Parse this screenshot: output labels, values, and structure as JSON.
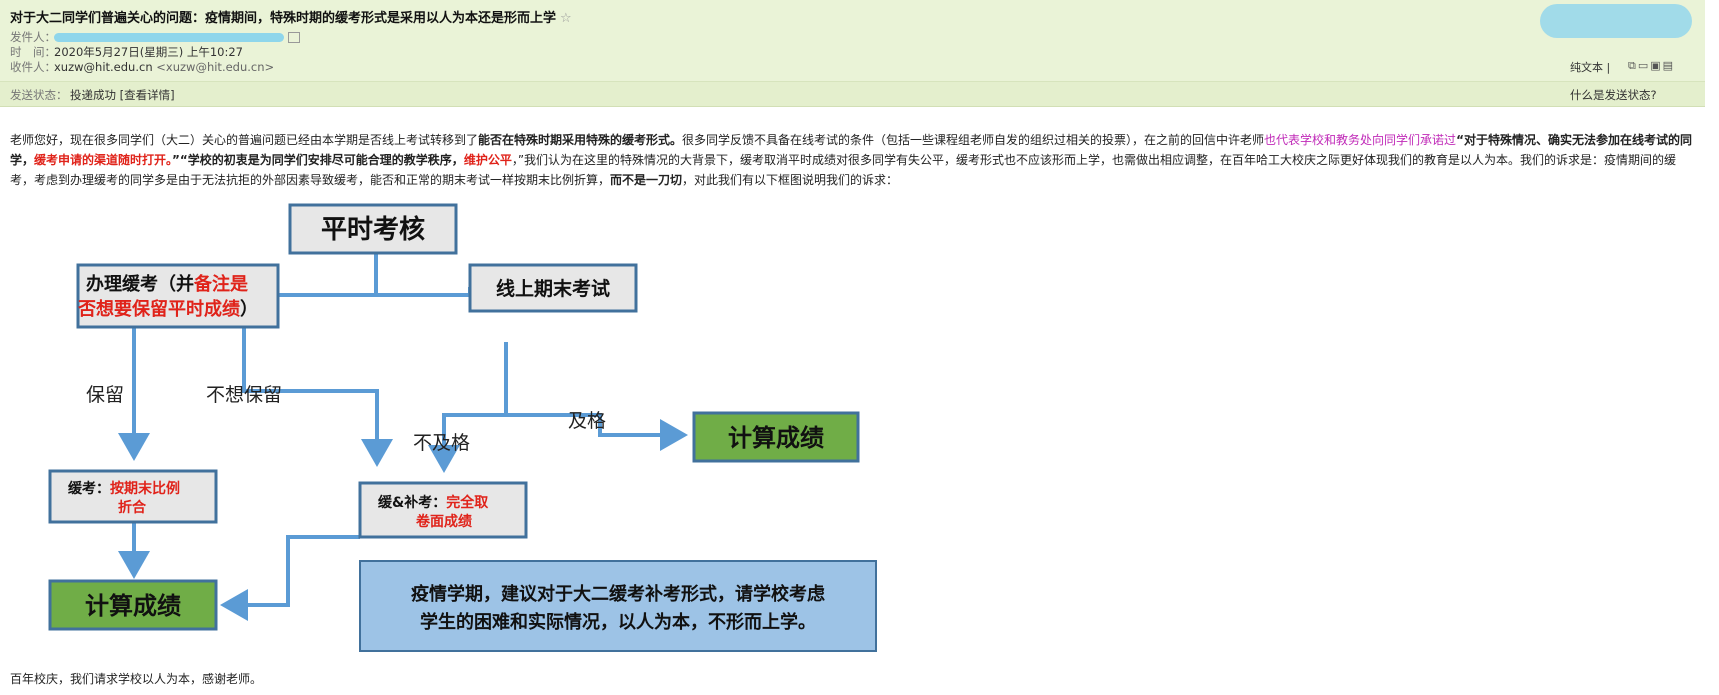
{
  "email": {
    "subject": "对于大二同学们普遍关心的问题：疫情期间，特殊时期的缓考形式是采用以人为本还是形而上学",
    "star_icon": "☆",
    "from_label": "发件人：",
    "time_label": "时　间：",
    "time_value": "2020年5月27日(星期三) 上午10:27",
    "to_label": "收件人：",
    "to_value": "xuzw@hit.edu.cn",
    "to_addr": "<xuzw@hit.edu.cn>",
    "plain_text_label": "纯文本",
    "status_label": "发送状态：",
    "status_value": "投递成功 [查看详情]",
    "what_status_link": "什么是发送状态?"
  },
  "body": {
    "p1_a": "老师您好，现在很多同学们（大二）关心的普遍问题已经由本学期是否线上考试转移到了",
    "p1_b": "能否在特殊时期采用特殊的缓考形式。",
    "p1_c": "很多同学反馈不具备在线考试的条件（包括一些课程组老师自发的组织过相关的投票），在之前的回信中许老师",
    "p1_d": "也代表学校和教务处向同学们承诺过",
    "p1_e": "“对于特殊情况、确实无法参加在线考试的同学，",
    "p1_f": "缓考申请的渠道随时打开。",
    "p1_g": "”“学校的初衷是为同学们安排尽可能合理的教学秩序，",
    "p1_h": "维护公平",
    "p1_i": "，”我们认为在这里的特殊情况的大背景下，缓考取消平时成绩对很多同学有失公平，缓考形式也不应该形而上学，也需做出相应调整，在百年哈工大校庆之际更好体现我们的教育是以人为本。我们的诉求是：疫情期间的缓考，考虑到办理缓考的同学多是由于无法抗拒的外部因素导致缓考，能否和正常的期末考试一样按期末比例折算，",
    "p1_j": "而不是一刀切",
    "p1_k": "，对此我们有以下框图说明我们的诉求：",
    "closing": "百年校庆，我们请求学校以人为本，感谢老师。"
  },
  "diagram": {
    "top_box": "平时考核",
    "left_box_1": "办理缓考（并",
    "left_box_1_red": "备注是",
    "left_box_2_red": "否想要保留平时成绩",
    "left_box_2": "）",
    "right_box": "线上期末考试",
    "label_keep": "保留",
    "label_not_keep": "不想保留",
    "label_fail": "不及格",
    "label_pass": "及格",
    "result_right": "计算成绩",
    "defer_box_1": "缓考：",
    "defer_box_1_red": "按期末比例",
    "defer_box_2_red": "折合",
    "makeup_box_1": "缓&补考：",
    "makeup_box_1_red": "完全取",
    "makeup_box_2_red": "卷面成绩",
    "result_left": "计算成绩",
    "note_1": "疫情学期，建议对于大二缓考补考形式，请学校考虑",
    "note_2": "学生的困难和实际情况，以人为本，不形而上学。"
  },
  "colors": {
    "header_bg": "#eaf3d7",
    "box_fill": "#e7e7e7",
    "box_stroke": "#41719c",
    "arrow": "#5b9bd5",
    "green_result": "#70ad47",
    "note_fill": "#9dc3e6",
    "red_text": "#e0231a"
  }
}
